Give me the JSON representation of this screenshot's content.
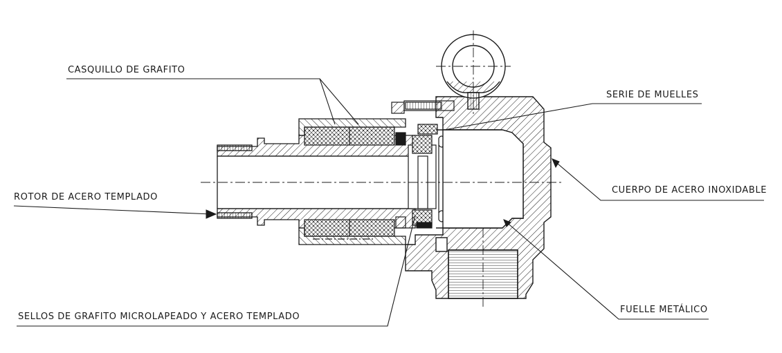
{
  "labels": {
    "casquillo": "CASQUILLO DE GRAFITO",
    "serie": "SERIE DE  MUELLES",
    "rotor": "ROTOR DE ACERO TEMPLADO",
    "cuerpo": "CUERPO DE ACERO INOXIDABLE",
    "sellos": "SELLOS DE GRAFITO MICROLAPEADO Y ACERO TEMPLADO",
    "fuelle": "FUELLE METÁLICO"
  },
  "colors": {
    "line": "#1a1a1a",
    "background": "#ffffff"
  }
}
